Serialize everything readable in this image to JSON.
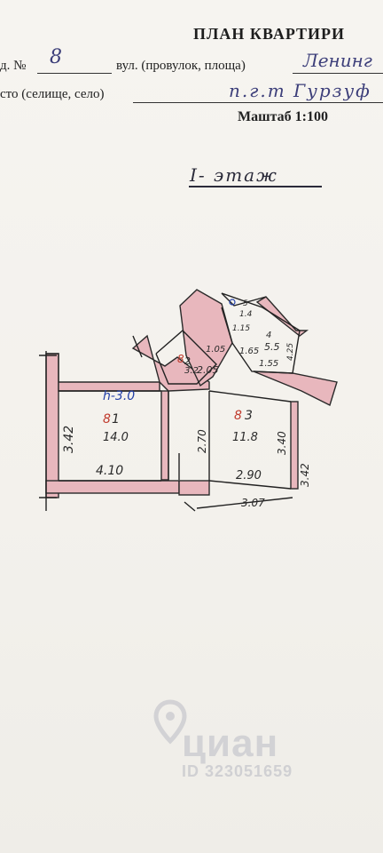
{
  "header": {
    "title": "ПЛАН КВАРТИРИ",
    "no_label": "д. №",
    "no_value": "8",
    "street_label": "вул. (провулок, площа)",
    "street_value": "Ленинг",
    "town_label": "сто (селище, село)",
    "town_value": "п.г.т  Гурзуф",
    "scale": "Маштаб 1:100"
  },
  "floor": "I- этаж",
  "rooms": [
    {
      "height": "h-3.0",
      "number": "1",
      "area": "14.0",
      "width": "4.10",
      "depth": "3.42"
    },
    {
      "number": "2",
      "area": "3.2",
      "dim1": "1.05",
      "dim2": "2.05"
    },
    {
      "number": "3",
      "area": "11.8",
      "width": "2.90",
      "depth": "3.40",
      "width2": "3.07",
      "depth2": "3.42",
      "side": "2.70"
    },
    {
      "number": "4",
      "area": "5.5",
      "dim1": "1.65",
      "dim2": "1.55",
      "dim3": "4.25"
    },
    {
      "number": "5",
      "area": "1.4",
      "dim1": "1.15"
    }
  ],
  "room_prefix": "8",
  "watermark": {
    "brand": "циан",
    "id": "ID 323051659"
  }
}
